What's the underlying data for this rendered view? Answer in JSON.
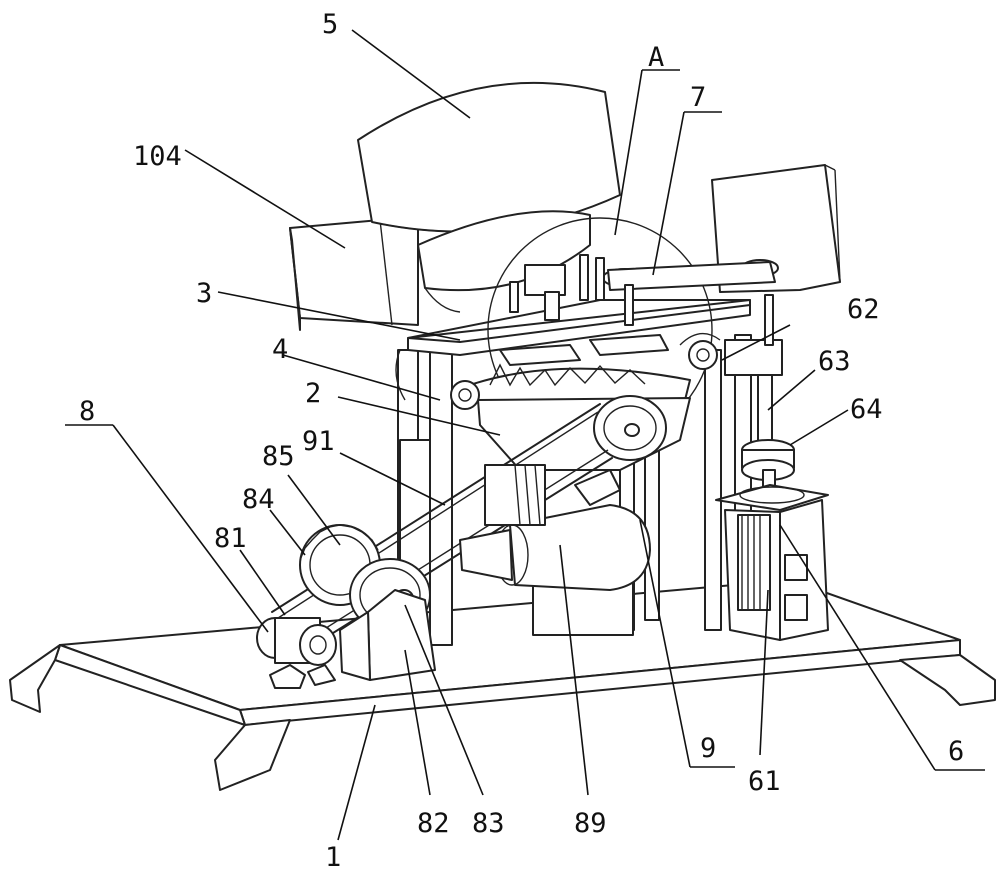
{
  "labels": {
    "l1": "1",
    "l2": "2",
    "l3": "3",
    "l4": "4",
    "l5": "5",
    "l6": "6",
    "l7": "7",
    "l8": "8",
    "l9": "9",
    "l61": "61",
    "l62": "62",
    "l63": "63",
    "l64": "64",
    "l81": "81",
    "l82": "82",
    "l83": "83",
    "l84": "84",
    "l85": "85",
    "l89": "89",
    "l91": "91",
    "l104": "104",
    "lA": "A"
  }
}
